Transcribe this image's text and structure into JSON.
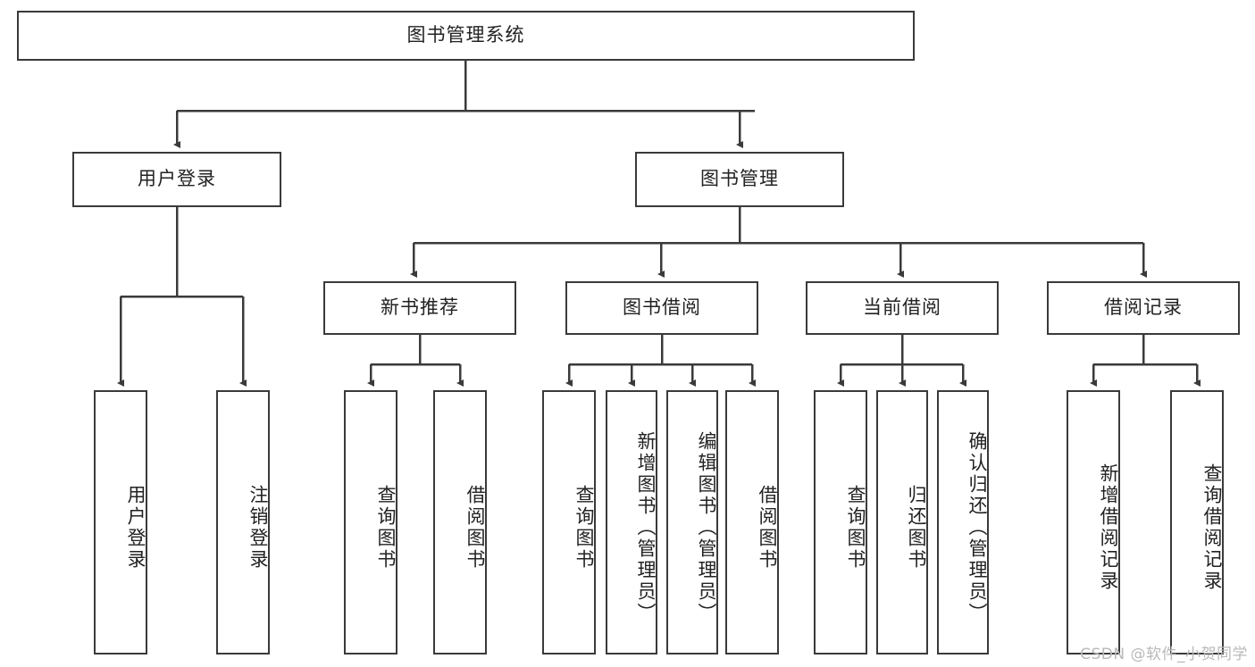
{
  "diagram": {
    "title": "图书管理系统",
    "type": "tree-hierarchy",
    "watermark": "CSDN @软件_小贺同学"
  },
  "root": {
    "label": "图书管理系统"
  },
  "level2": [
    {
      "label": "用户登录"
    },
    {
      "label": "图书管理"
    }
  ],
  "level3": [
    {
      "label": "新书推荐"
    },
    {
      "label": "图书借阅"
    },
    {
      "label": "当前借阅"
    },
    {
      "label": "借阅记录"
    }
  ],
  "leaves": {
    "user_login": [
      {
        "label": "用户登录"
      },
      {
        "label": "注销登录"
      }
    ],
    "new_book": [
      {
        "label": "查询图书"
      },
      {
        "label": "借阅图书"
      }
    ],
    "book_borrow": [
      {
        "label": "查询图书"
      },
      {
        "label": "新增图书（管理员）"
      },
      {
        "label": "编辑图书（管理员）"
      },
      {
        "label": "借阅图书"
      }
    ],
    "current_borrow": [
      {
        "label": "查询图书"
      },
      {
        "label": "归还图书"
      },
      {
        "label": "确认归还（管理员）"
      }
    ],
    "borrow_record": [
      {
        "label": "新增借阅记录"
      },
      {
        "label": "查询借阅记录"
      }
    ]
  },
  "colors": {
    "stroke": "#3a3a3a",
    "text": "#222222",
    "background": "#ffffff",
    "watermark": "#b9b9b9"
  }
}
